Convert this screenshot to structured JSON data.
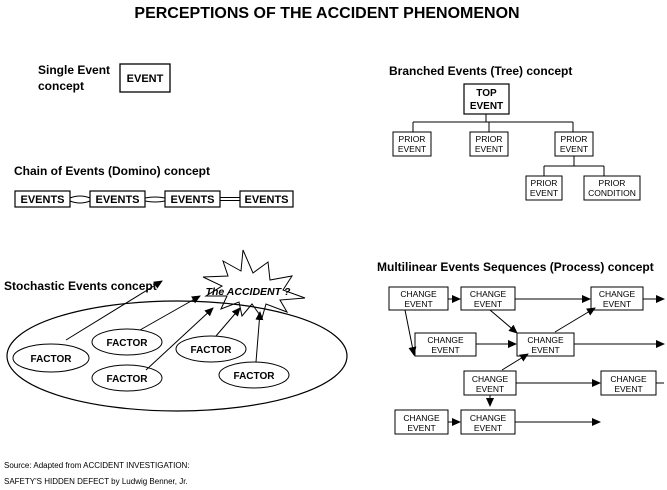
{
  "title": "PERCEPTIONS OF THE ACCIDENT PHENOMENON",
  "single": {
    "heading": [
      "Single Event",
      "concept"
    ],
    "box": "EVENT"
  },
  "branched": {
    "heading": "Branched Events  (Tree) concept",
    "top": [
      "TOP",
      "EVENT"
    ],
    "prior": [
      "PRIOR",
      "EVENT"
    ],
    "condition": [
      "PRIOR",
      "CONDITION"
    ]
  },
  "chain": {
    "heading": "Chain of Events  (Domino)  concept",
    "box": "EVENTS"
  },
  "stochastic": {
    "heading": "Stochastic Events concept",
    "accident": "The ACCIDENT ?",
    "factor": "FACTOR"
  },
  "multilinear": {
    "heading": "Multilinear Events Sequences  (Process) concept",
    "box": [
      "CHANGE",
      "EVENT"
    ]
  },
  "source": [
    "Source: Adapted from ACCIDENT INVESTIGATION:",
    "SAFETY'S HIDDEN DEFECT by Ludwig Benner, Jr."
  ]
}
